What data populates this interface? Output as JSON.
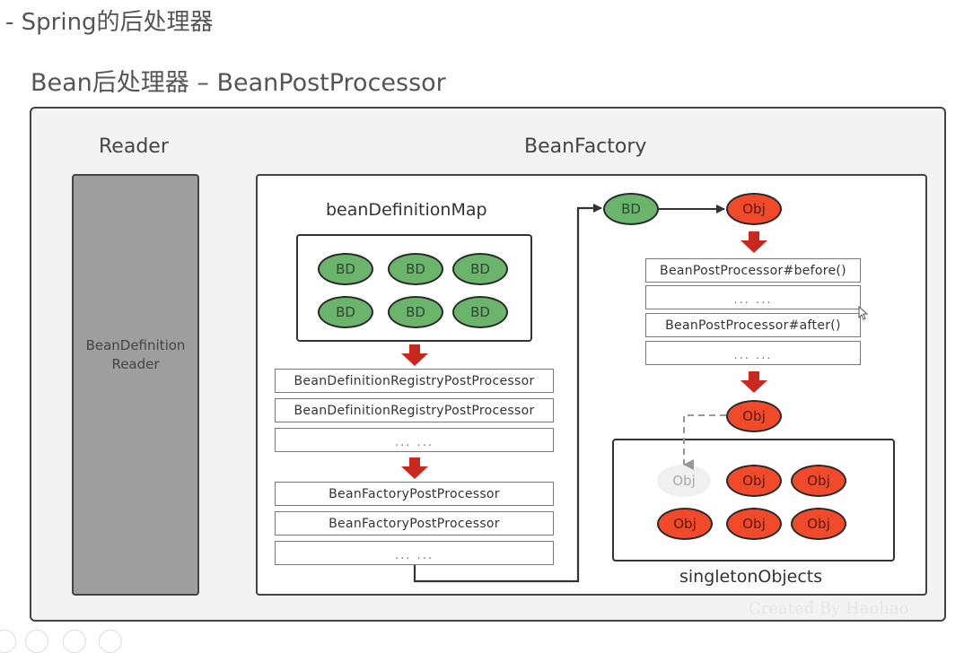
{
  "headings": {
    "title": "- Spring的后处理器",
    "subtitle": "Bean后处理器 – BeanPostProcessor"
  },
  "reader": {
    "label": "Reader",
    "box_text": "BeanDefinitionReader"
  },
  "factory": {
    "label": "BeanFactory",
    "map_label": "beanDefinitionMap",
    "map_items": [
      "BD",
      "BD",
      "BD",
      "BD",
      "BD",
      "BD"
    ],
    "registry_processors": [
      "BeanDefinitionRegistryPostProcessor",
      "BeanDefinitionRegistryPostProcessor",
      "... ..."
    ],
    "factory_processors": [
      "BeanFactoryPostProcessor",
      "BeanFactoryPostProcessor",
      "... ..."
    ],
    "flow_bd": "BD",
    "flow_obj": "Obj",
    "bean_post_processors": [
      "BeanPostProcessor#before()",
      "... ...",
      "BeanPostProcessor#after()",
      "... ..."
    ],
    "result_obj": "Obj",
    "singleton_label": "singletonObjects",
    "singleton_items": [
      {
        "label": "Obj",
        "state": "pending"
      },
      {
        "label": "Obj",
        "state": "stored"
      },
      {
        "label": "Obj",
        "state": "stored"
      },
      {
        "label": "Obj",
        "state": "stored"
      },
      {
        "label": "Obj",
        "state": "stored"
      },
      {
        "label": "Obj",
        "state": "stored"
      }
    ]
  },
  "watermark": "Created By Haohao",
  "colors": {
    "bd_green": "#6bb46b",
    "obj_red": "#f04a2a",
    "arrow_red": "#c8281e",
    "reader_gray": "#9e9e9e"
  }
}
